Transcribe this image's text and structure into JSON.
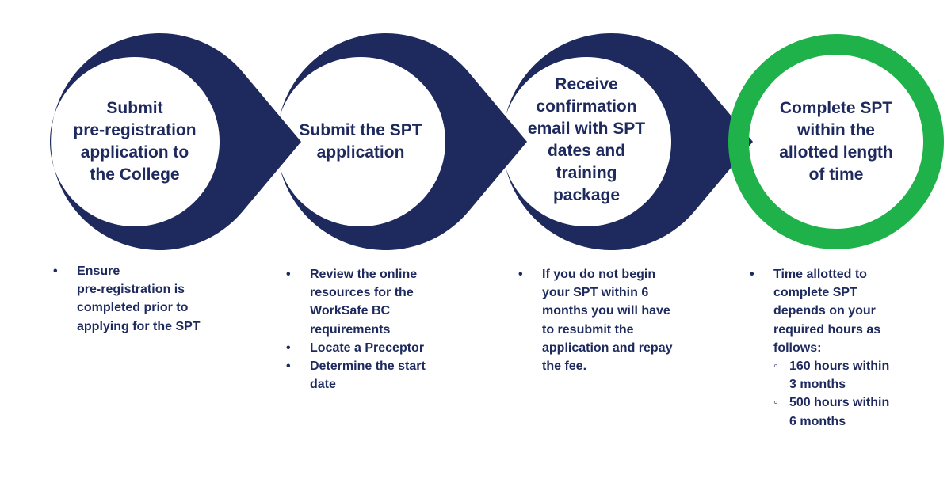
{
  "colors": {
    "navy": "#1e2a5e",
    "green": "#1fb24a",
    "text": "#1e2a5e"
  },
  "steps": [
    {
      "title_lines": [
        "Submit",
        "pre-registration",
        "application to",
        "the College"
      ],
      "ring_color": "navy",
      "notes": [
        {
          "lines": [
            "Ensure",
            "pre-registration is",
            "completed prior to",
            "applying for the SPT"
          ]
        }
      ]
    },
    {
      "title_lines": [
        "Submit the SPT",
        "application"
      ],
      "ring_color": "navy",
      "notes": [
        {
          "lines": [
            "Review the online",
            "resources for the",
            "WorkSafe BC",
            "requirements"
          ]
        },
        {
          "lines": [
            "Locate a Preceptor"
          ]
        },
        {
          "lines": [
            "Determine the start",
            "date"
          ]
        }
      ]
    },
    {
      "title_lines": [
        "Receive",
        "confirmation",
        "email with SPT",
        "dates and",
        "training",
        "package"
      ],
      "ring_color": "navy",
      "notes": [
        {
          "lines": [
            "If you do not begin",
            "your SPT within  6",
            "months you will have",
            "to resubmit the",
            "application and repay",
            "the fee."
          ]
        }
      ]
    },
    {
      "title_lines": [
        "Complete SPT",
        "within the",
        "allotted length",
        "of time"
      ],
      "ring_color": "green",
      "notes": [
        {
          "lines": [
            "Time allotted to",
            "complete SPT",
            "depends on your",
            "required hours as",
            "follows:"
          ],
          "sub": [
            {
              "lines": [
                "160 hours within",
                "3 months"
              ]
            },
            {
              "lines": [
                "500 hours within",
                "6 months"
              ]
            }
          ]
        }
      ]
    }
  ]
}
